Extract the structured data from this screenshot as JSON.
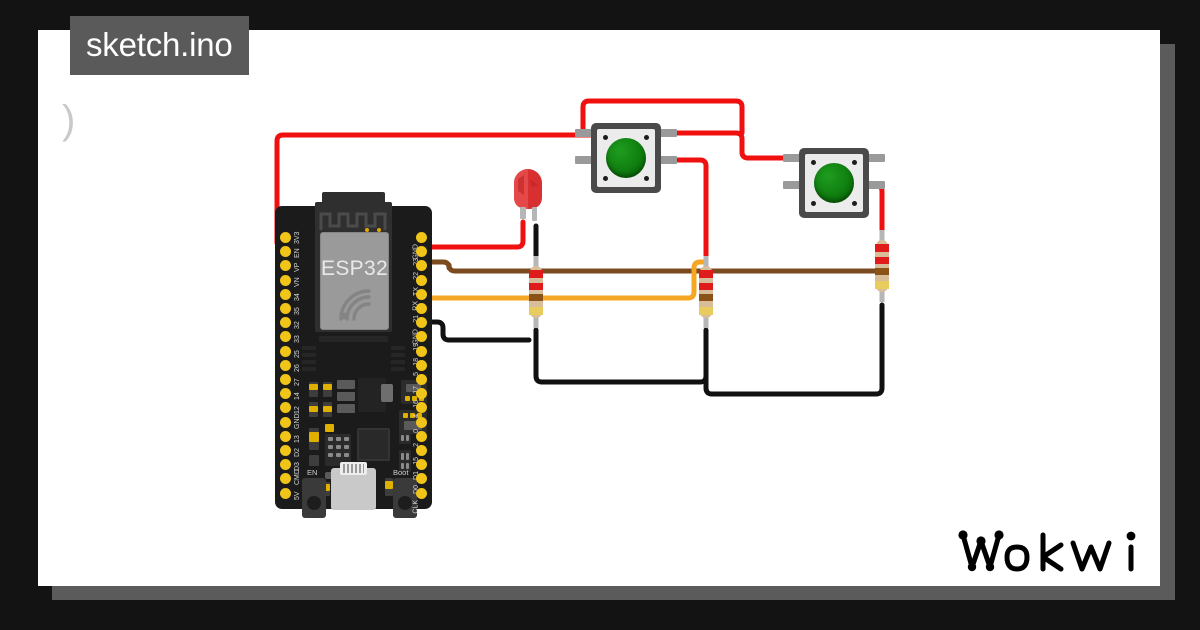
{
  "window": {
    "background_color": "#131313",
    "canvas_color": "#ffffff",
    "shadow_color": "#5b5b5b"
  },
  "tab": {
    "label": "sketch.ino",
    "bg_color": "#5a5a5a",
    "text_color": "#ffffff"
  },
  "editor_artifact": {
    "glyph": ")",
    "color": "#c9c9c9"
  },
  "brand": {
    "name": "wokwi",
    "color": "#000000"
  },
  "board": {
    "name": "ESP32",
    "label": "ESP32",
    "body_color": "#1b1b1b",
    "shield_color": "#2f2f2f",
    "can_color": "#9a9a9a",
    "pin_color": "#f0c419",
    "silkscreen": {
      "en_button": "EN",
      "boot_button": "Boot"
    },
    "pins_left": [
      "3V3",
      "EN",
      "VP",
      "VN",
      "34",
      "35",
      "32",
      "33",
      "25",
      "26",
      "27",
      "14",
      "12",
      "GND",
      "13",
      "D2",
      "D3",
      "CMD",
      "5V"
    ],
    "pins_right": [
      "GND",
      "23",
      "22",
      "TX",
      "RX",
      "21",
      "GND",
      "19",
      "18",
      "5",
      "17",
      "16",
      "4",
      "0",
      "2",
      "15",
      "D1",
      "D0",
      "CLK"
    ]
  },
  "components": [
    {
      "type": "pushbutton",
      "name": "button-1",
      "cap_color": "#108010",
      "body_color": "#ececec",
      "frame_color": "#4a4a4a"
    },
    {
      "type": "pushbutton",
      "name": "button-2",
      "cap_color": "#108010",
      "body_color": "#ececec",
      "frame_color": "#4a4a4a"
    },
    {
      "type": "led",
      "name": "led-red",
      "color": "#d83030"
    },
    {
      "type": "resistor",
      "name": "resistor-1",
      "bands": [
        "red",
        "red",
        "brown",
        "gold"
      ],
      "body_color": "#d8bd9a"
    },
    {
      "type": "resistor",
      "name": "resistor-2",
      "bands": [
        "red",
        "red",
        "brown",
        "gold"
      ],
      "body_color": "#d8bd9a"
    },
    {
      "type": "resistor",
      "name": "resistor-3",
      "bands": [
        "red",
        "red",
        "brown",
        "gold"
      ],
      "body_color": "#d8bd9a"
    }
  ],
  "wires": [
    {
      "name": "wire-3v3-to-button1",
      "color": "#f01010",
      "from": "3V3",
      "to": "button-1 leg A"
    },
    {
      "name": "wire-pin23-to-led",
      "color": "#f01010",
      "from": "23",
      "to": "led anode"
    },
    {
      "name": "wire-button1-to-button2",
      "color": "#f01010",
      "from": "button-1 leg B",
      "to": "button-2 leg A"
    },
    {
      "name": "wire-button1-to-resistor2",
      "color": "#f01010",
      "from": "button-1 leg D",
      "to": "resistor-2"
    },
    {
      "name": "wire-button2-to-resistor3",
      "color": "#f01010",
      "from": "button-2 leg D",
      "to": "resistor-3"
    },
    {
      "name": "wire-pin22-to-resistor3",
      "color": "#7b4a1e",
      "from": "22",
      "to": "resistor-3"
    },
    {
      "name": "wire-pin21-to-resistor2",
      "color": "#f5a623",
      "from": "21",
      "to": "resistor-2"
    },
    {
      "name": "wire-gnd-to-resistor1",
      "color": "#111111",
      "from": "GND",
      "to": "resistor-1"
    },
    {
      "name": "wire-ground-bus",
      "color": "#111111",
      "from": "resistor-1",
      "to": "resistor-3"
    }
  ],
  "wire_colors": {
    "red": "#f01010",
    "brown": "#7b4a1e",
    "orange": "#f5a623",
    "black": "#111111"
  }
}
